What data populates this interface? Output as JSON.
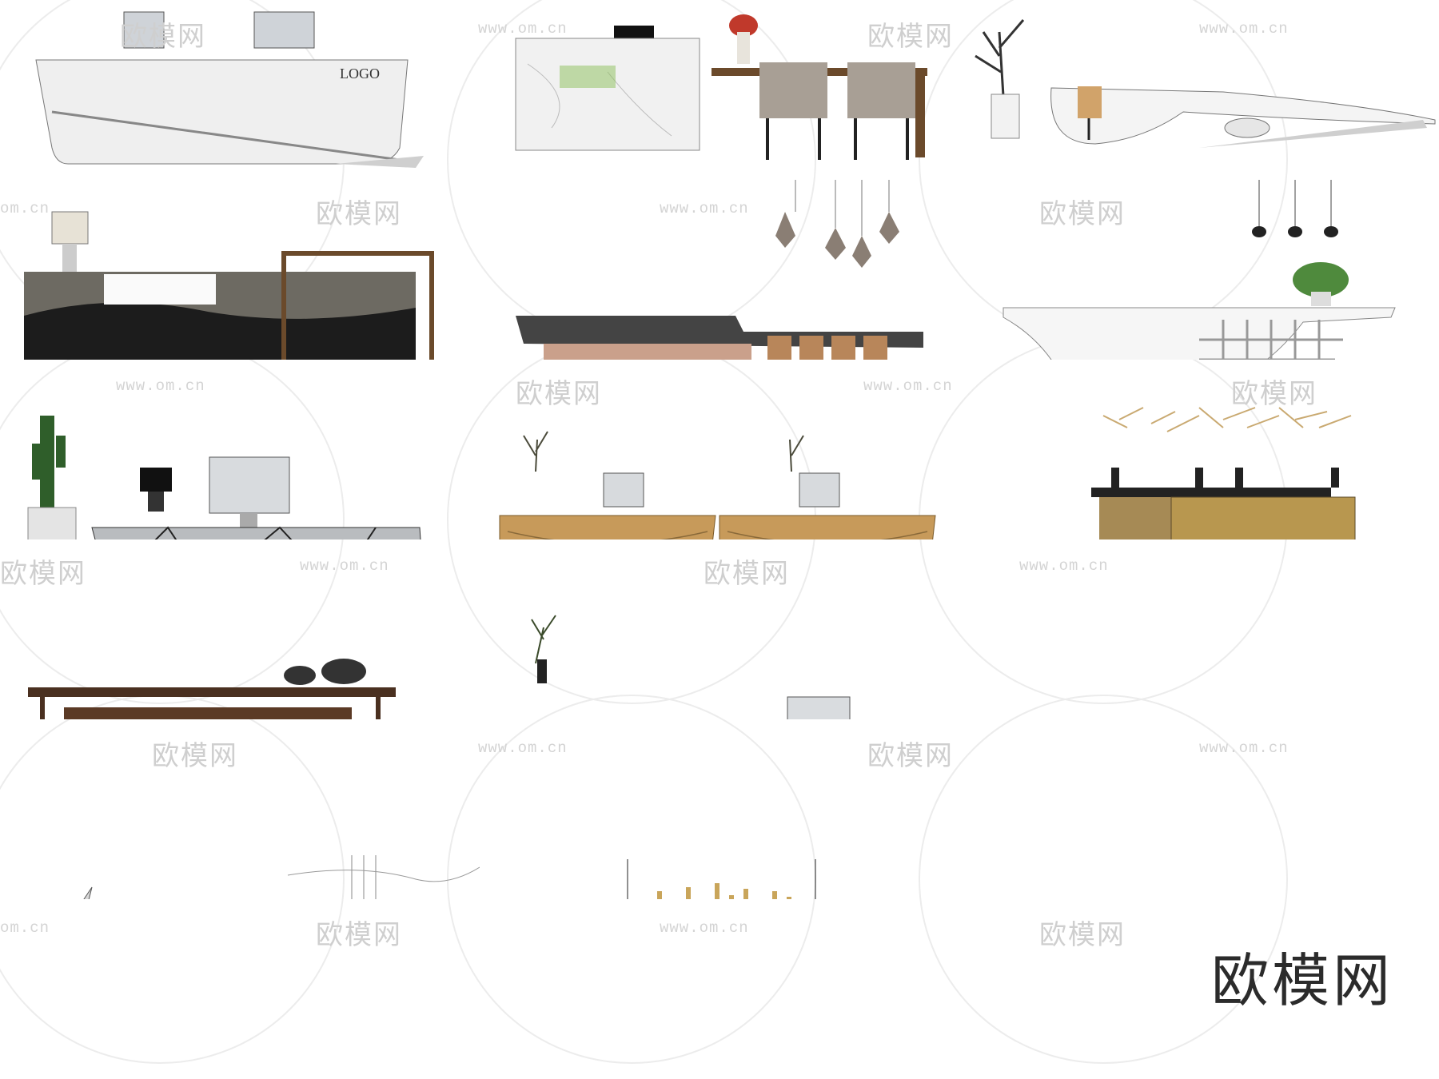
{
  "watermark": {
    "brand": "欧模网",
    "url": "www.om.cn",
    "url_short": "om.cn"
  },
  "desk_logo_label": "LOGO",
  "corner_brand": "欧模网"
}
